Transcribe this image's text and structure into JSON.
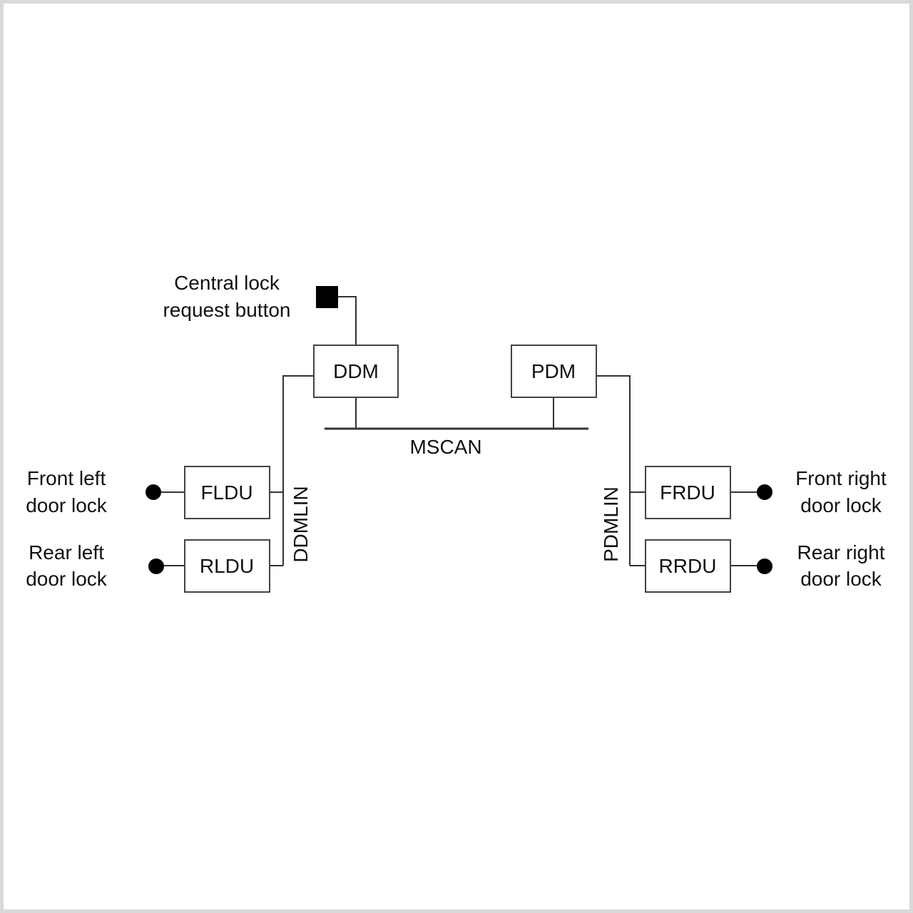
{
  "nodes": {
    "ddm": "DDM",
    "pdm": "PDM",
    "fldu": "FLDU",
    "rldu": "RLDU",
    "frdu": "FRDU",
    "rrdu": "RRDU"
  },
  "buses": {
    "mscan": "MSCAN",
    "ddmlin": "DDMLIN",
    "pdmlin": "PDMLIN"
  },
  "labels": {
    "central_lock": [
      "Central lock",
      "request button"
    ],
    "front_left": [
      "Front left",
      "door lock"
    ],
    "rear_left": [
      "Rear left",
      "door lock"
    ],
    "front_right": [
      "Front right",
      "door lock"
    ],
    "rear_right": [
      "Rear right",
      "door lock"
    ]
  }
}
